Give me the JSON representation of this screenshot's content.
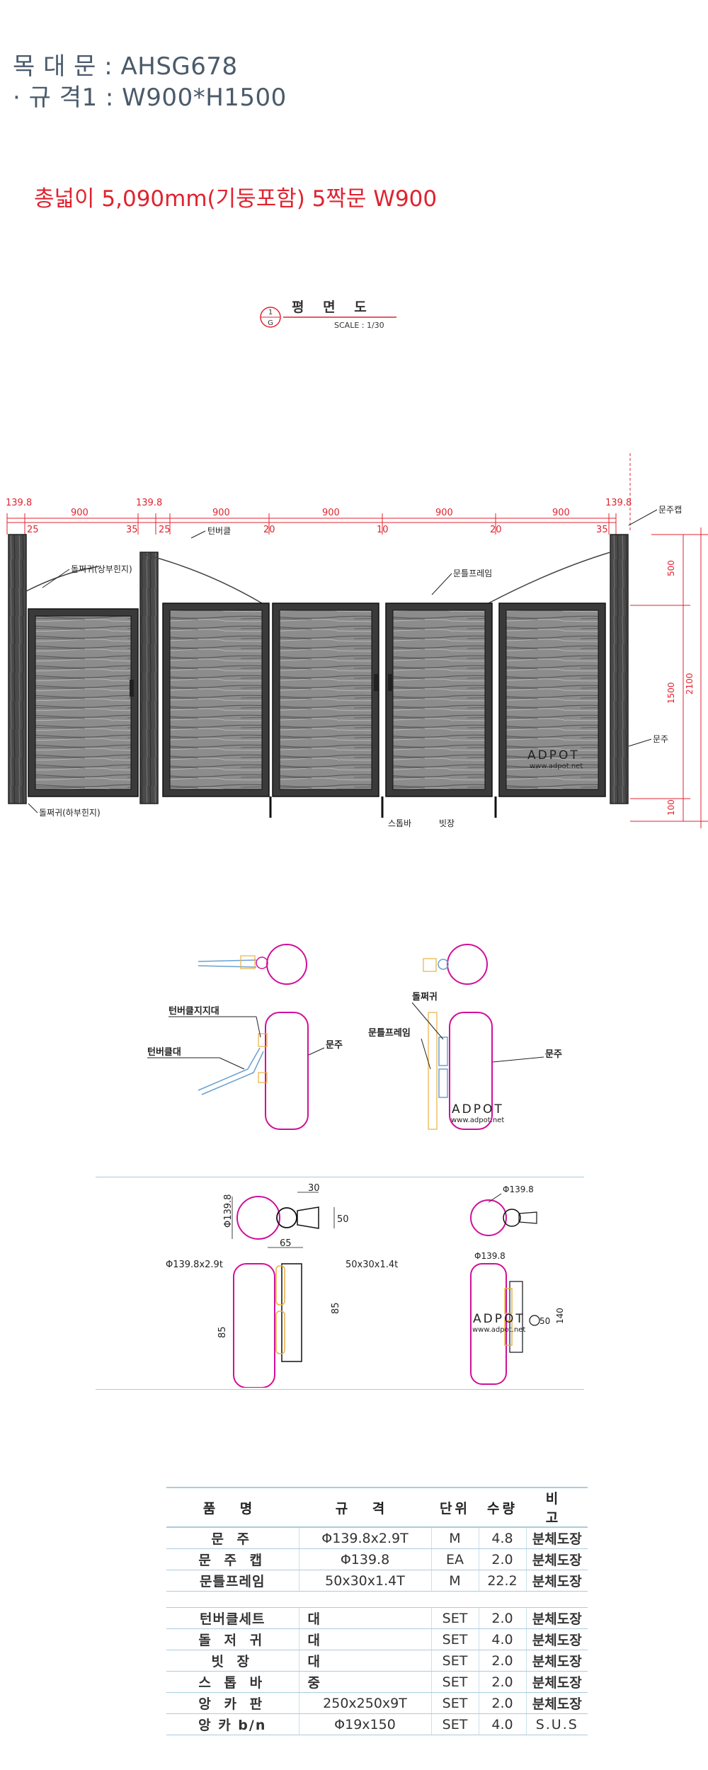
{
  "spec": {
    "model": "목 대 문 : AHSG678",
    "size": "· 규 격1 : W900*H1500"
  },
  "headline": "총넓이 5,090mm(기둥포함) 5짝문 W900",
  "plan": {
    "title": "평  면  도",
    "scale": "SCALE : 1/30",
    "circle_top": "1",
    "circle_bottom": "G"
  },
  "elevation": {
    "top_dims": [
      "139.8",
      "900",
      "139.8",
      "900",
      "900",
      "900",
      "900",
      "139.8"
    ],
    "gap_dims": [
      "25",
      "35",
      "25",
      "20",
      "10",
      "20",
      "35"
    ],
    "labels": {
      "turnbuckle": "턴버클",
      "stopper_top": "돌쩌귀(상부힌지)",
      "door_frame": "문틀프레임",
      "post_cap": "문주캡",
      "post": "문주",
      "stopper_bottom": "돌쩌귀(하부힌지)",
      "stopbar": "스톱바",
      "latch": "빗장"
    },
    "right_dims": [
      "500",
      "1500",
      "100",
      "2100"
    ],
    "brand": "ADPOT",
    "brand_url": "www.adpot.net"
  },
  "detail1": {
    "labels": {
      "turnbuckle_support": "턴버클지지대",
      "turnbuckle_bar": "턴버클대",
      "post_left": "문주",
      "hinge": "돌쩌귀",
      "door_frame": "문틀프레임",
      "post_right": "문주"
    },
    "brand": "ADPOT",
    "brand_url": "www.adpot.net"
  },
  "detail2": {
    "dims": {
      "d1": "30",
      "d2": "50",
      "d3": "65",
      "d4": "Φ139.8",
      "d5": "Φ139.8x2.9t",
      "d6": "50x30x1.4t",
      "d7": "85",
      "d8": "85",
      "d9": "Φ139.8",
      "d10": "Φ139.8",
      "d11": "50",
      "d12": "140"
    },
    "brand": "ADPOT",
    "brand_url": "www.adpot.net"
  },
  "table": {
    "headers": [
      "품 명",
      "규 격",
      "단위",
      "수량",
      "비 고"
    ],
    "rows": [
      [
        "문 주",
        "Φ139.8x2.9T",
        "M",
        "4.8",
        "분체도장"
      ],
      [
        "문 주 캡",
        "Φ139.8",
        "EA",
        "2.0",
        "분체도장"
      ],
      [
        "문틀프레임",
        "50x30x1.4T",
        "M",
        "22.2",
        "분체도장"
      ]
    ],
    "rows2": [
      [
        "턴버클세트",
        "대",
        "SET",
        "2.0",
        "분체도장"
      ],
      [
        "돌 저 귀",
        "대",
        "SET",
        "4.0",
        "분체도장"
      ],
      [
        "빗 장",
        "대",
        "SET",
        "2.0",
        "분체도장"
      ],
      [
        "스 톱 바",
        "중",
        "SET",
        "2.0",
        "분체도장"
      ],
      [
        "앙 카 판",
        "250x250x9T",
        "SET",
        "2.0",
        "분체도장"
      ],
      [
        "앙 카 b/n",
        "Φ19x150",
        "SET",
        "4.0",
        "S.U.S"
      ]
    ]
  },
  "colors": {
    "accent_red": "#e0232f",
    "magenta": "#d0109a",
    "dim_blue": "#2a4fa0",
    "wood": "#7a7a7a"
  }
}
